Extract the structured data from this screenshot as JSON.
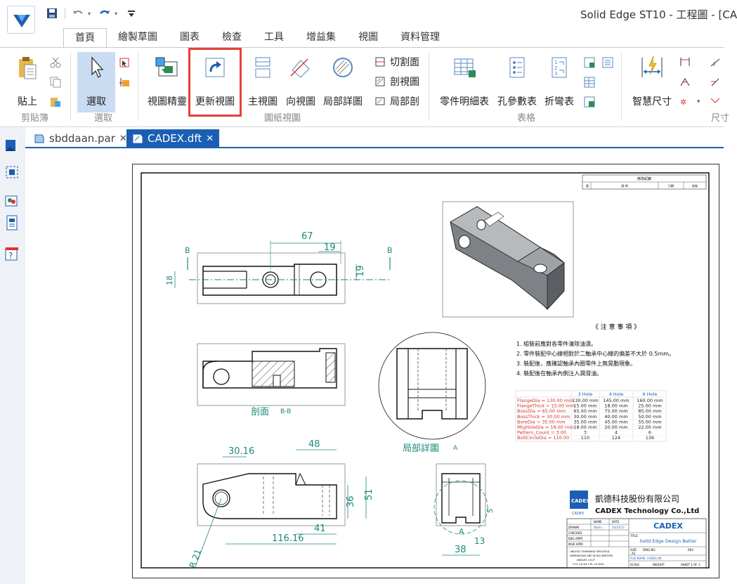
{
  "titlebar": {
    "title": "Solid Edge ST10 - 工程圖 - [CA"
  },
  "ribbon_tabs": [
    "首頁",
    "繪製草圖",
    "圖表",
    "檢查",
    "工具",
    "增益集",
    "視圖",
    "資料管理"
  ],
  "ribbon": {
    "clipboard": {
      "paste": "貼上",
      "group": "剪貼簿"
    },
    "select": {
      "select": "選取",
      "group": "選取"
    },
    "drawing_views": {
      "view_wizard": "視圖精靈",
      "update_views": "更新視圖",
      "principal_view": "主視圖",
      "auxiliary_view": "向視圖",
      "detail_view": "局部詳圖",
      "section": "切割面",
      "section_view": "剖視圖",
      "broken_out": "局部剖",
      "group": "圖紙視圖"
    },
    "tables": {
      "parts_list": "零件明細表",
      "hole_table": "孔參數表",
      "bend_table": "折彎表",
      "group": "表格"
    },
    "dimension": {
      "smart_dimension": "智慧尺寸",
      "group": "尺寸"
    }
  },
  "doc_tabs": [
    {
      "label": "sbddaan.par",
      "active": false
    },
    {
      "label": "CADEX.dft",
      "active": true
    }
  ],
  "drawing": {
    "revision_header": "修改紀錄",
    "rev_cols": [
      "版",
      "說 明",
      "日期",
      "核准"
    ],
    "notes_title": "《 注 意 事 項 》",
    "notes": [
      "1. 組裝前應對各零件清除油漬。",
      "2. 零件裝配中心線相對於二軸承中心線的偏差不大於 0.5mm。",
      "3. 裝配後，應確認軸承內圈零件上無晃動現象。",
      "4. 裝配後在軸承內側注入潤滑油。"
    ],
    "section_label": "剖面",
    "section_letter": "B-B",
    "detail_label": "局部詳圖",
    "detail_letter": "A",
    "cut_letter": "B",
    "dims": {
      "d67": "67",
      "d19a": "19",
      "d19b": "19",
      "d18": "18",
      "d30": "30.16",
      "d48": "48",
      "d51": "51",
      "d36": "36",
      "d41": "41",
      "d116": "116.16",
      "r21": "R 21",
      "d5": "5",
      "d13": "13",
      "d38": "38",
      "dA": "A"
    },
    "hole_table": {
      "headers": [
        "",
        "3 Hole",
        "4 Hole",
        "6 Hole"
      ],
      "rows": [
        [
          "FlangeDia = 130.00 mm",
          "130.00 mm",
          "145.00 mm",
          "160.00 mm"
        ],
        [
          "FlangeThick = 15.00 mm",
          "15.00 mm",
          "18.00 mm",
          "25.00 mm"
        ],
        [
          "BossDia = 65.00 mm",
          "65.00 mm",
          "75.00 mm",
          "85.00 mm"
        ],
        [
          "BossThick = 30.00 mm",
          "30.00 mm",
          "40.00 mm",
          "50.00 mm"
        ],
        [
          "BoreDia = 35.00 mm",
          "35.00 mm",
          "45.00 mm",
          "55.00 mm"
        ],
        [
          "MtgHoleDia = 18.00 mm",
          "18.00 mm",
          "20.00 mm",
          "22.00 mm"
        ],
        [
          "Pattern_Count = 3.00",
          "3",
          "4",
          "6"
        ],
        [
          "BoltCircleDia = 110.00",
          "110",
          "124",
          "136"
        ]
      ]
    },
    "company": {
      "logo_text": "CADEX",
      "logo_sub": "CADEX",
      "name_cn": "凱德科技股份有限公司",
      "name_en": "CADEX Technology Co.,Ltd",
      "brand": "CADEX",
      "slogan": "Solid Edge Design Better"
    },
    "title_block": {
      "name": "NAME",
      "date": "DATE",
      "drawn": "DRAWN",
      "checked": "CHECKED",
      "eng_appr": "ENG APPR",
      "mgr_appr": "MGR APPR",
      "unless": "UNLESS OTHERWISE SPECIFIED",
      "dims_in": "DIMENSIONS ARE IN MILLIMETERS",
      "angles": "ANGLES ±X.X°",
      "tol": "2 PL ±X.XX  3 PL ±X.XXX",
      "title": "TITLE",
      "size": "SIZE",
      "size_val": "A2",
      "dwg_no": "DWG NO",
      "rev": "REV",
      "file_name": "FILE NAME: CADEX.dft",
      "scale": "SCALE:",
      "weight": "WEIGHT:",
      "sheet": "SHEET 1 OF 1",
      "drawn_by": "Sterin",
      "drawn_date": "10/22/17"
    }
  },
  "colors": {
    "accent_blue": "#1a5fb4",
    "highlight_red": "#e5403a",
    "dimension_teal": "#1a8a7a",
    "table_red": "#d0312d",
    "select_bg": "#c9dcf2"
  }
}
